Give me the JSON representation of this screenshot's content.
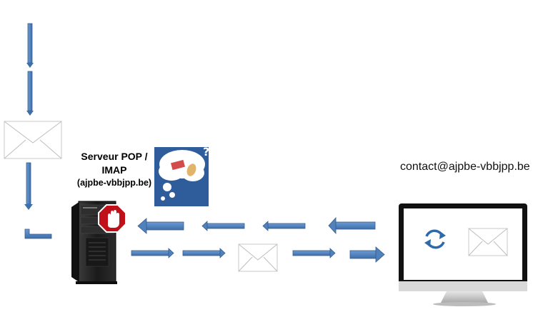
{
  "server": {
    "title_line1": "Serveur POP /",
    "title_line2": "IMAP",
    "domain": "(ajpbe-vbbjpp.be)"
  },
  "client": {
    "address": "contact@ajpbe-vbbjpp.be"
  },
  "icons": {
    "envelope": "envelope-icon",
    "tower": "server-tower-icon",
    "stop": "stop-sign-icon",
    "thought": "thought-bubble-icon",
    "monitor": "monitor-icon",
    "sync": "sync-icon"
  },
  "colors": {
    "arrow_fill": "#4f81bd",
    "arrow_stroke": "#385d8a",
    "stop_red": "#c0111b",
    "bubble_bg": "#2f5c9b",
    "tower_dark": "#1d1d1d"
  }
}
